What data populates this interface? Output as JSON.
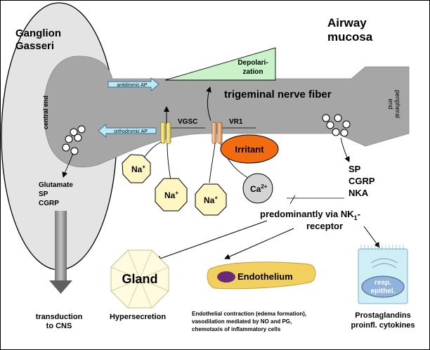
{
  "labels": {
    "ganglion": [
      "Ganglion",
      "Gasseri"
    ],
    "airway": [
      "Airway",
      "mucosa"
    ],
    "depolarization": [
      "Depolari-",
      "zation"
    ],
    "nerve_fiber": "trigeminal nerve fiber",
    "antidromic": "antidromic AP",
    "orthodromic": "orthodromic AP",
    "central_end": "central end",
    "peripheral_end": [
      "peripheral",
      "end"
    ],
    "vgsc": "VGSC",
    "vr1": "VR1",
    "irritant": "Irritant",
    "na1": "Na",
    "na2": "Na",
    "na3": "Na",
    "na_sup": "+",
    "ca": "Ca",
    "ca_sup": "2+",
    "central_release": [
      "Glutamate",
      "SP",
      "CGRP"
    ],
    "peripheral_release": [
      "SP",
      "CGRP",
      "NKA"
    ],
    "nk1_line1_prefix": "predominantly via NK",
    "nk1_sub": "1",
    "nk1_line1_suffix": "-",
    "nk1_line2": "receptor",
    "gland": "Gland",
    "endothelium": "Endothelium",
    "resp_epithel": [
      "resp.",
      "epithel."
    ],
    "outcome_cns": [
      "transduction",
      "to CNS"
    ],
    "outcome_gland": "Hypersecretion",
    "outcome_endothelium": [
      "Endothelial contraction (edema formation),",
      "vasodilation mediated by NO and PG,",
      "chemotaxis of inflammatory cells"
    ],
    "outcome_epithel": [
      "Prostaglandins",
      "proinfl. cytokines"
    ]
  },
  "colors": {
    "nerve": "#a6a6a6",
    "ganglion": "#e4e4e4",
    "depolarization": "#c9f2c9",
    "arrow_box": "#bfe8f2",
    "irritant": "#f26b0f",
    "ion": "#fff6c2",
    "ca": "#d4d4d4",
    "gland": "#fffbe0",
    "endothelium": "#f2d060",
    "nucleus": "#6b2a78",
    "epithel_box": "#d0eef6",
    "epithel_cell": "#8fb3dd"
  }
}
